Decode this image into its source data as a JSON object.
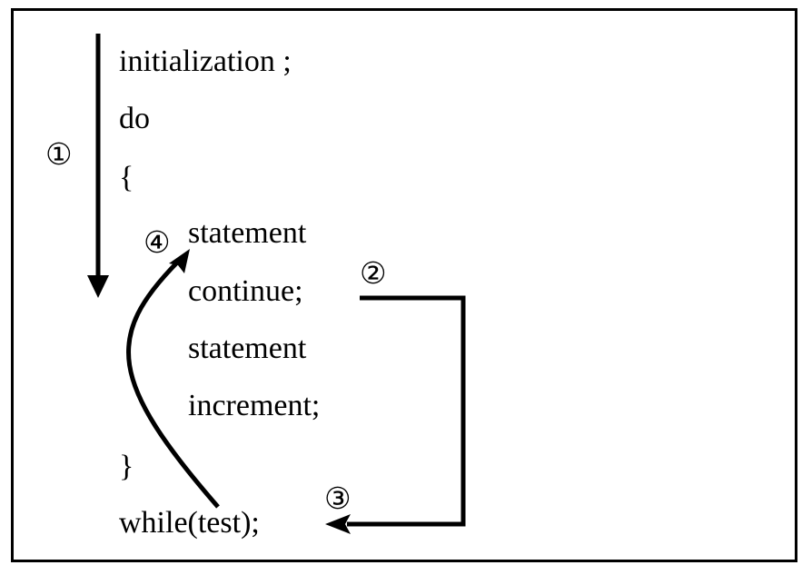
{
  "code": {
    "line_init": "initialization ;",
    "line_do": "do",
    "line_open_brace": "{",
    "line_statement_1": "statement",
    "line_continue": "continue;",
    "line_statement_2": "statement",
    "line_increment": "increment;",
    "line_close_brace": "}",
    "line_while": "while(test);"
  },
  "markers": {
    "step_1": "①",
    "step_2": "②",
    "step_3": "③",
    "step_4": "④"
  },
  "colors": {
    "ink": "#000000",
    "background": "#ffffff"
  }
}
